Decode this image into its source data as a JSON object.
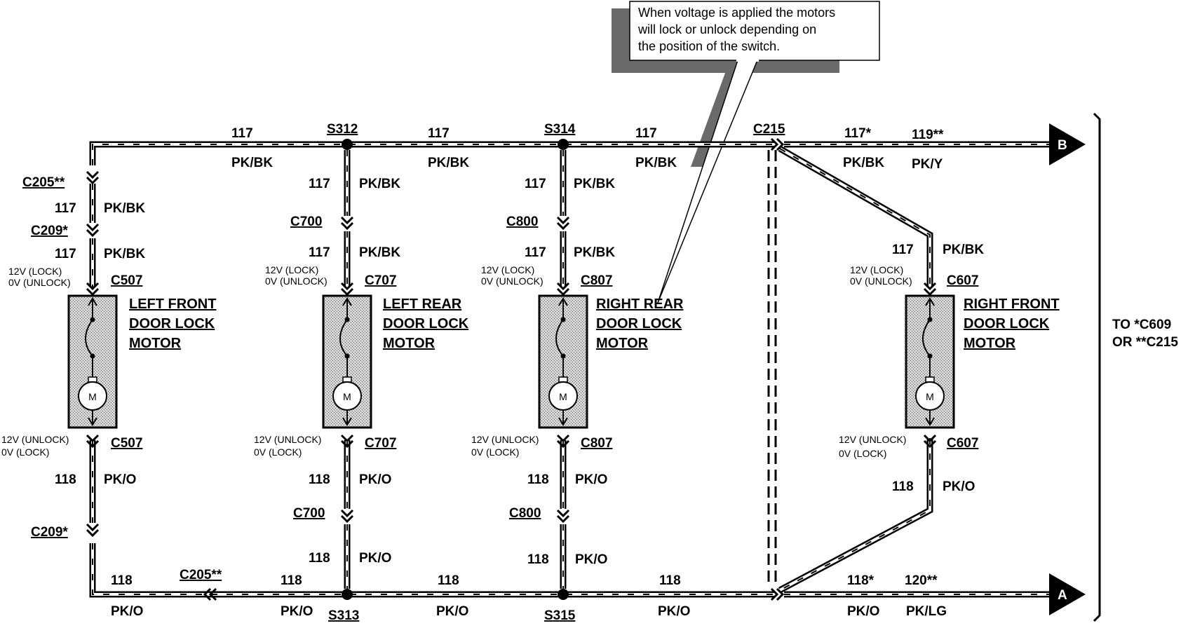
{
  "callout": {
    "lines": [
      "When voltage is applied the motors",
      "will lock or unlock depending on",
      "the position of the switch."
    ]
  },
  "top_wires": {
    "seg1_circuit": "117",
    "seg1_color": "PK/BK",
    "seg2_circuit": "117",
    "seg2_color": "PK/BK",
    "seg3_circuit": "117",
    "seg3_color": "PK/BK",
    "out_b1_circuit": "117*",
    "out_b1_color": "PK/BK",
    "out_b2_circuit": "119**",
    "out_b2_color": "PK/Y"
  },
  "bottom_wires": {
    "seg1_circuit": "118",
    "seg1_color": "PK/O",
    "seg2_circuit": "118",
    "seg2_color": "PK/O",
    "seg3_circuit": "118",
    "seg3_color": "PK/O",
    "seg4_circuit": "118",
    "seg4_color": "PK/O",
    "out_a1_circuit": "118*",
    "out_a1_color": "PK/O",
    "out_a2_circuit": "120**",
    "out_a2_color": "PK/LG"
  },
  "splices": {
    "s312": "S312",
    "s314": "S314",
    "s313": "S313",
    "s315": "S315"
  },
  "connectors": {
    "c215": "C215",
    "c205_bottom": "C205**"
  },
  "terminals": {
    "b": "B",
    "a": "A"
  },
  "destination": {
    "line1": "TO *C609",
    "line2": "OR **C215"
  },
  "motor_symbol": "M",
  "lf": {
    "c205": "C205**",
    "c209_top": "C209*",
    "c209_bottom": "C209*",
    "top_conn": "C507",
    "bottom_conn": "C507",
    "w1_circuit": "117",
    "w1_color": "PK/BK",
    "w2_circuit": "117",
    "w2_color": "PK/BK",
    "w3_circuit": "118",
    "w3_color": "PK/O",
    "top_state1": "12V (LOCK)",
    "top_state2": "0V (UNLOCK)",
    "bot_state1": "12V (UNLOCK)",
    "bot_state2": "0V (LOCK)",
    "title1": "LEFT FRONT",
    "title2": "DOOR LOCK",
    "title3": "MOTOR"
  },
  "lr": {
    "mid_top_conn": "C700",
    "mid_bot_conn": "C700",
    "top_conn": "C707",
    "bottom_conn": "C707",
    "w1_circuit": "117",
    "w1_color": "PK/BK",
    "w2_circuit": "117",
    "w2_color": "PK/BK",
    "w3_circuit": "118",
    "w3_color": "PK/O",
    "w4_circuit": "118",
    "w4_color": "PK/O",
    "top_state1": "12V (LOCK)",
    "top_state2": "0V (UNLOCK)",
    "bot_state1": "12V (UNLOCK)",
    "bot_state2": "0V (LOCK)",
    "title1": "LEFT REAR",
    "title2": "DOOR LOCK",
    "title3": "MOTOR"
  },
  "rr": {
    "mid_top_conn": "C800",
    "mid_bot_conn": "C800",
    "top_conn": "C807",
    "bottom_conn": "C807",
    "w1_circuit": "117",
    "w1_color": "PK/BK",
    "w2_circuit": "117",
    "w2_color": "PK/BK",
    "w3_circuit": "118",
    "w3_color": "PK/O",
    "w4_circuit": "118",
    "w4_color": "PK/O",
    "top_state1": "12V (LOCK)",
    "top_state2": "0V (UNLOCK)",
    "bot_state1": "12V (UNLOCK)",
    "bot_state2": "0V (LOCK)",
    "title1": "RIGHT REAR",
    "title2": "DOOR LOCK",
    "title3": "MOTOR"
  },
  "rf": {
    "top_conn": "C607",
    "bottom_conn": "C607",
    "w1_circuit": "117",
    "w1_color": "PK/BK",
    "w2_circuit": "118",
    "w2_color": "PK/O",
    "top_state1": "12V (LOCK)",
    "top_state2": "0V (UNLOCK)",
    "bot_state1": "12V (UNLOCK)",
    "bot_state2": "0V (LOCK)",
    "title1": "RIGHT FRONT",
    "title2": "DOOR LOCK",
    "title3": "MOTOR"
  }
}
